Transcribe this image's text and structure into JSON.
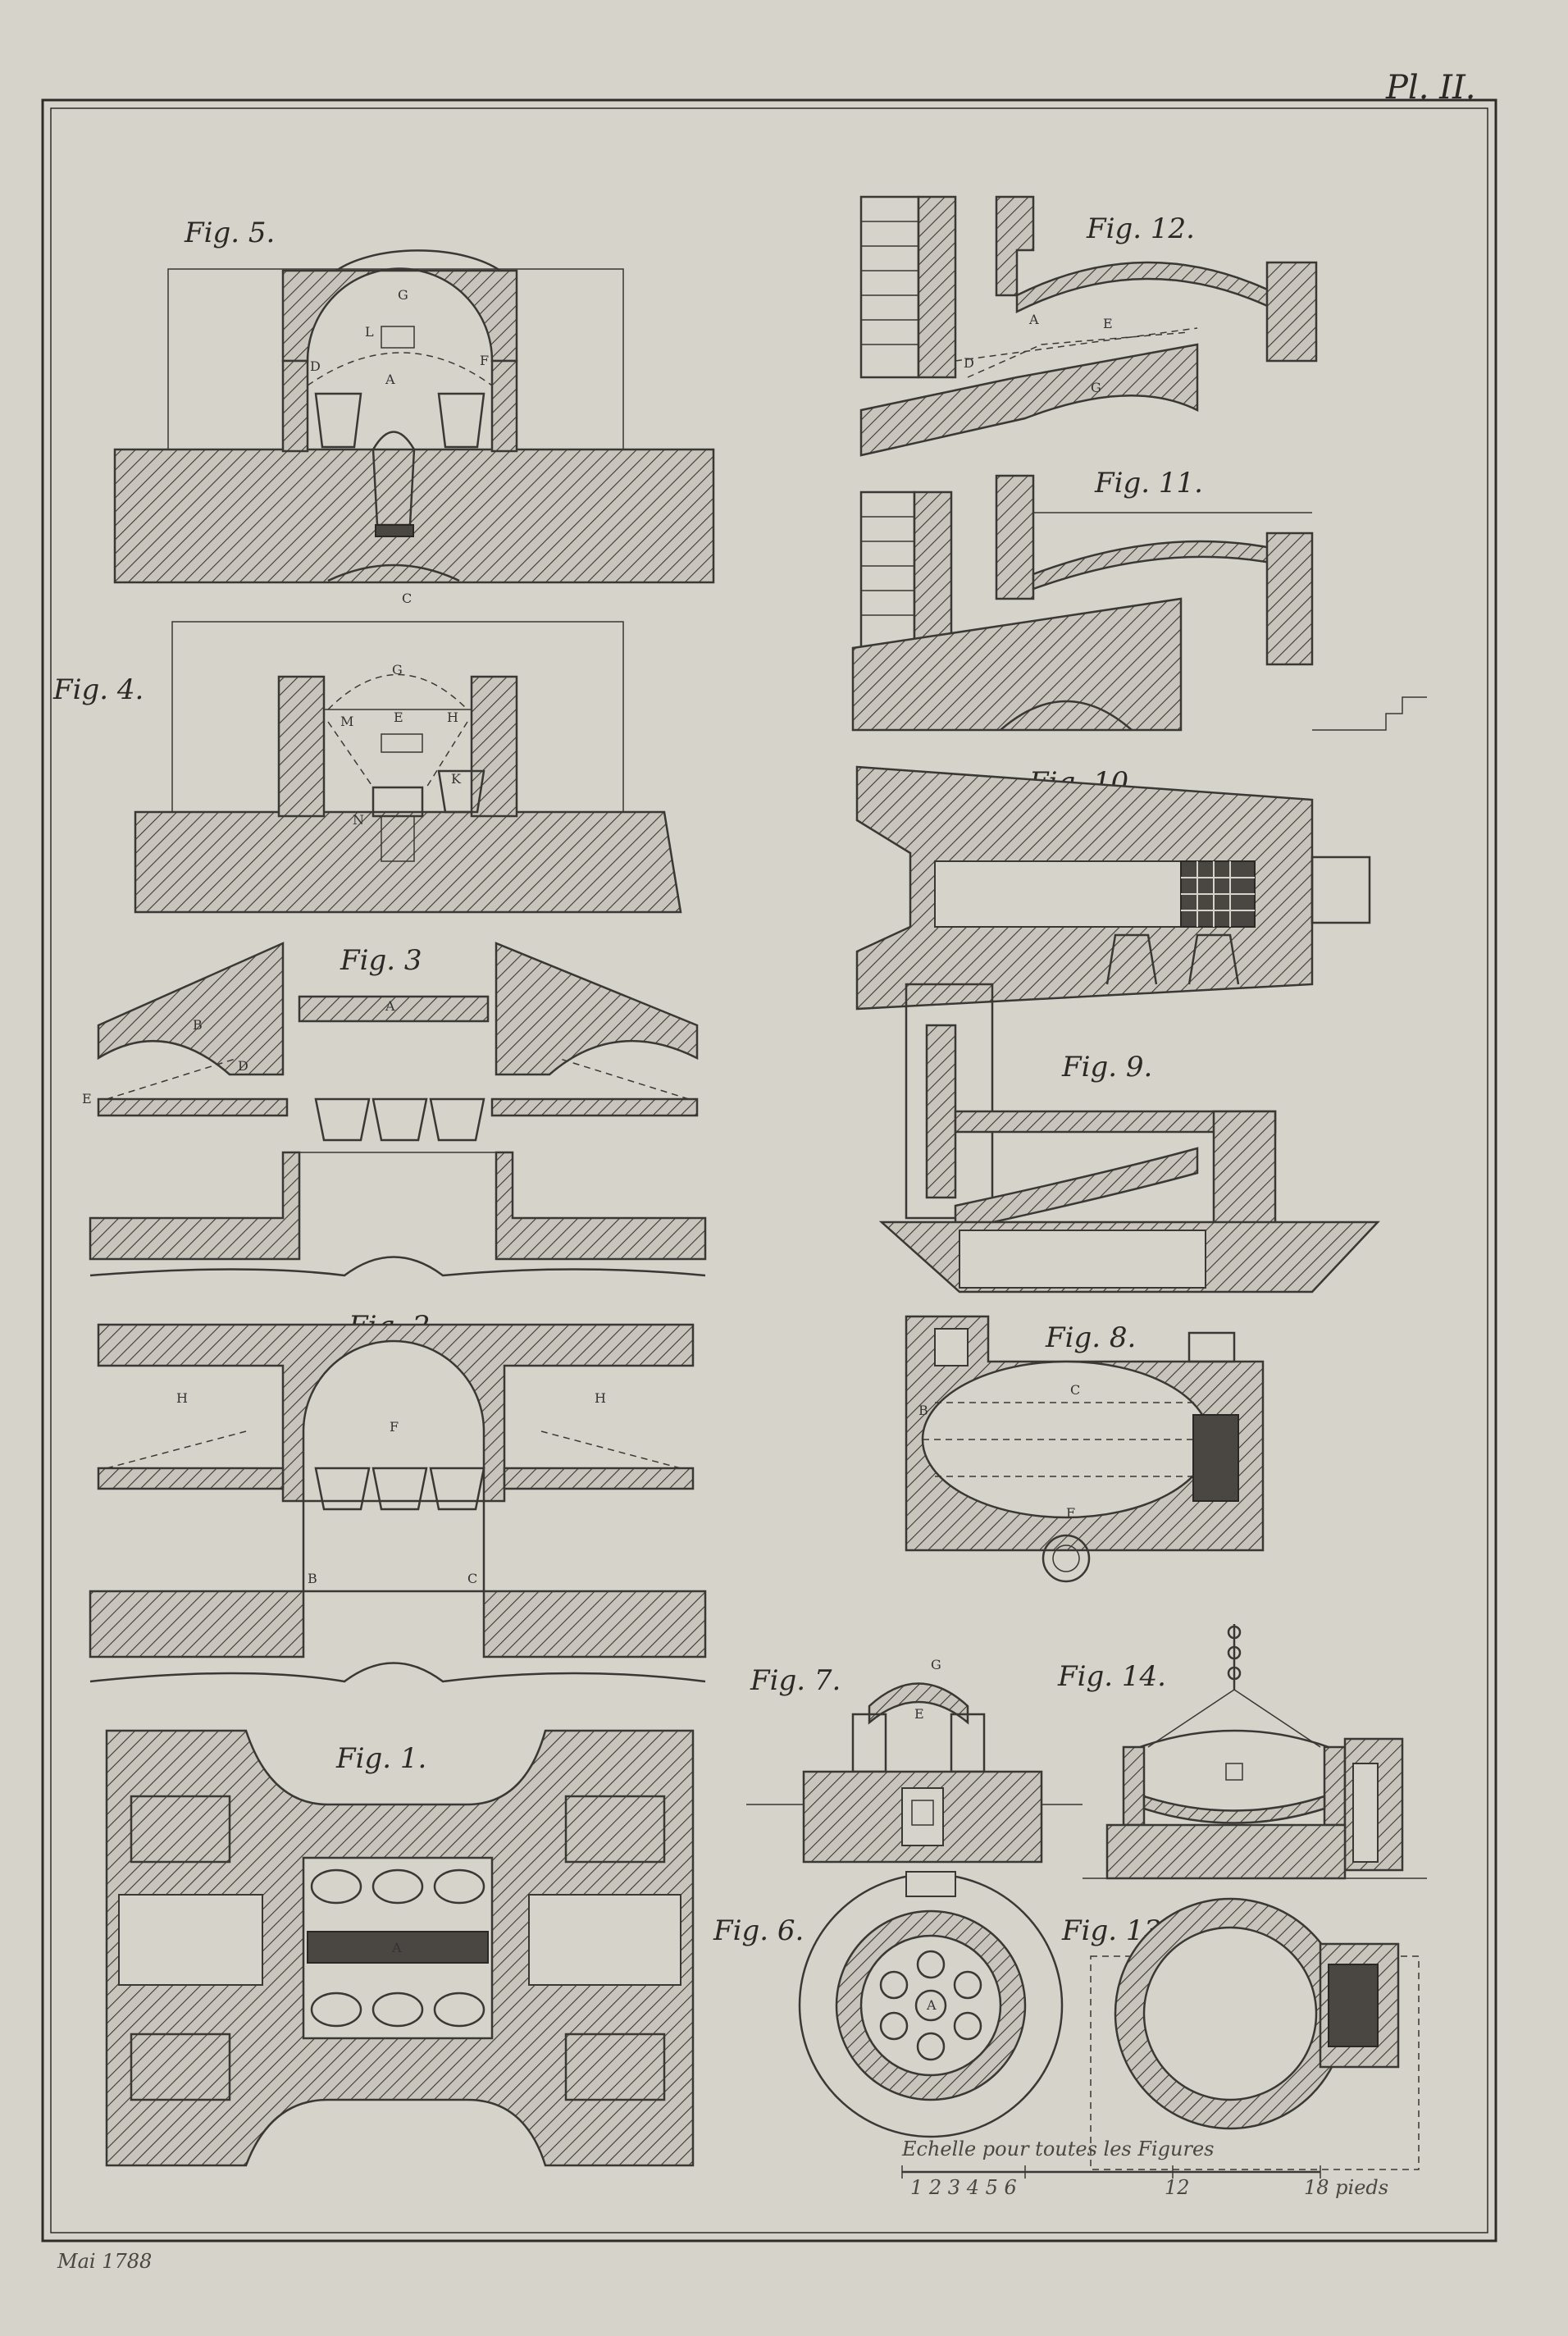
{
  "plate": {
    "title": "Pl. II.",
    "date_note": "Mai 1788"
  },
  "figures": [
    {
      "id": "fig1",
      "label": "Fig. 1."
    },
    {
      "id": "fig2",
      "label": "Fig. 2."
    },
    {
      "id": "fig3",
      "label": "Fig. 3"
    },
    {
      "id": "fig4",
      "label": "Fig. 4."
    },
    {
      "id": "fig5",
      "label": "Fig. 5."
    },
    {
      "id": "fig6",
      "label": "Fig. 6."
    },
    {
      "id": "fig7",
      "label": "Fig. 7."
    },
    {
      "id": "fig8",
      "label": "Fig. 8."
    },
    {
      "id": "fig9",
      "label": "Fig. 9."
    },
    {
      "id": "fig10",
      "label": "Fig. 10."
    },
    {
      "id": "fig11",
      "label": "Fig. 11."
    },
    {
      "id": "fig12",
      "label": "Fig. 12."
    },
    {
      "id": "fig13",
      "label": "Fig. 13"
    },
    {
      "id": "fig14",
      "label": "Fig. 14."
    }
  ],
  "scale": {
    "caption": "Echelle pour toutes les Figures",
    "numbers": "1 2 3 4 5 6",
    "mid_mark": "12",
    "end_mark": "18 pieds"
  },
  "letters": {
    "A": "A",
    "B": "B",
    "C": "C",
    "D": "D",
    "E": "E",
    "F": "F",
    "G": "G",
    "H": "H",
    "K": "K",
    "L": "L",
    "M": "M",
    "N": "N"
  },
  "colors": {
    "paper": "#d6d3cb",
    "ink": "#3a3834",
    "frame": "#2e2c29"
  }
}
